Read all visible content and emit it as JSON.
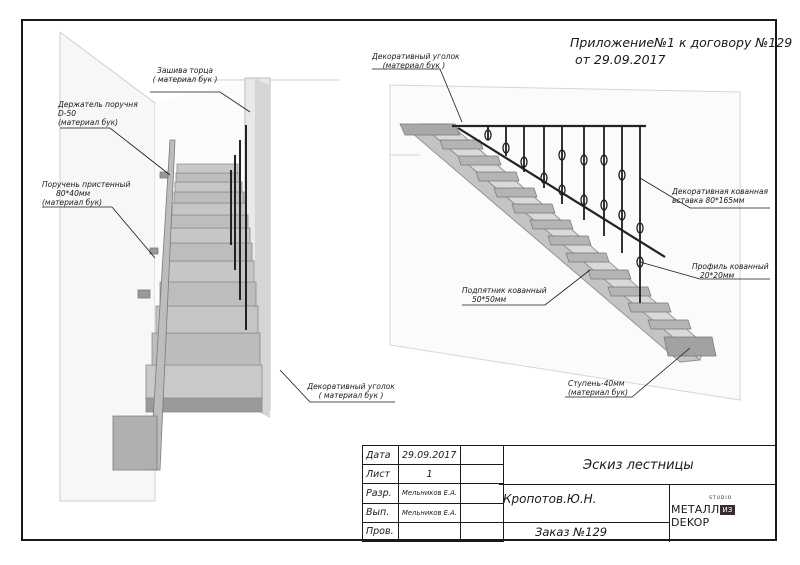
{
  "header": {
    "line1": "Приложение№1 к договору №129",
    "line2": "от 29.09.2017"
  },
  "left_labels": {
    "stringer_cover": [
      "Зашива торца",
      "( материал бук )"
    ],
    "handrail_holder": [
      "Держатель поручня",
      "D-50",
      "(материал бук)"
    ],
    "wall_handrail": [
      "Поручень пристенный",
      "80*40мм",
      "(материал бук)"
    ],
    "decor_corner_bottom": [
      "Декоративный уголок",
      "( материал бук )"
    ]
  },
  "right_labels": {
    "decor_corner_top": [
      "Декоративный уголок",
      "(материал бук )"
    ],
    "forged_insert": [
      "Декоративная кованная",
      "вставка 80*165мм"
    ],
    "forged_profile": [
      "Профиль кованный",
      "20*20мм"
    ],
    "forged_riser": [
      "Подпятник кованный",
      "50*50мм"
    ],
    "step": [
      "Ступень-40мм",
      "(материал бук)"
    ]
  },
  "title_block": {
    "date_label": "Дата",
    "date_value": "29.09.2017",
    "sheet_label": "Лист",
    "sheet_value": "1",
    "developed_label": "Разр.",
    "developed_value": "Мельников Е.А.",
    "executed_label": "Вып.",
    "executed_value": "Мельников Е.А.",
    "checked_label": "Пров.",
    "drawing_title": "Эскиз лестницы",
    "client": "Кропотов.Ю.Н.",
    "order": "Заказ №129"
  },
  "logo": {
    "studio": "STUDIO",
    "name_left": "МЕТАЛЛ",
    "name_mark": "ИЗ",
    "name_right": "DEKOP"
  }
}
